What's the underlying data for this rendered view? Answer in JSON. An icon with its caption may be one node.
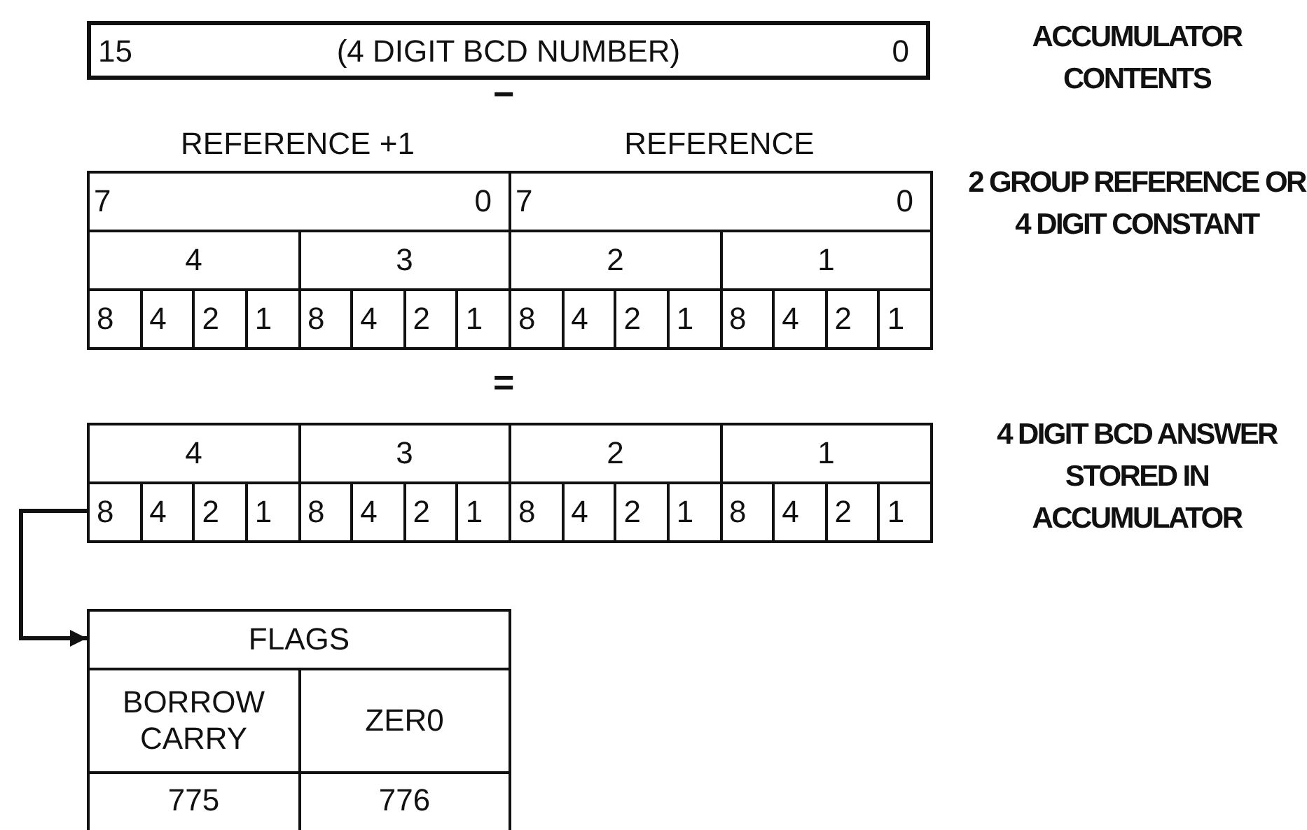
{
  "diagram": {
    "nodes": [
      {
        "text": [
          "15",
          "(4 DIGIT BCD NUMBER)",
          "0"
        ],
        "beside": [
          "ACCUMULATOR CONTENTS"
        ]
      },
      {
        "text": [
          "REFERENCE +1",
          "REFERENCE",
          "7",
          "0",
          "7",
          "0",
          "4",
          "3",
          "2",
          "1",
          "8",
          "4",
          "2",
          "1",
          "8",
          "4",
          "2",
          "1",
          "8",
          "4",
          "2",
          "1",
          "8",
          "4",
          "2",
          "1"
        ],
        "beside": [
          "2 GROUP REFERENCE OR 4 DIGIT CONSTANT"
        ]
      },
      {
        "text": [
          "4",
          "3",
          "2",
          "1",
          "8",
          "4",
          "2",
          "1",
          "8",
          "4",
          "2",
          "1",
          "8",
          "4",
          "2",
          "1",
          "8",
          "4",
          "2",
          "1"
        ],
        "beside": [
          "4 DIGIT BCD ANSWER STORED IN ACCUMULATOR"
        ]
      },
      {
        "text": [
          "FLAGS",
          "BORROW CARRY",
          "ZER0",
          "775",
          "776"
        ]
      }
    ],
    "edges": [
      {
        "from": 2,
        "to": 3,
        "arrow": "to"
      }
    ],
    "labels": [
      "−",
      "="
    ]
  }
}
